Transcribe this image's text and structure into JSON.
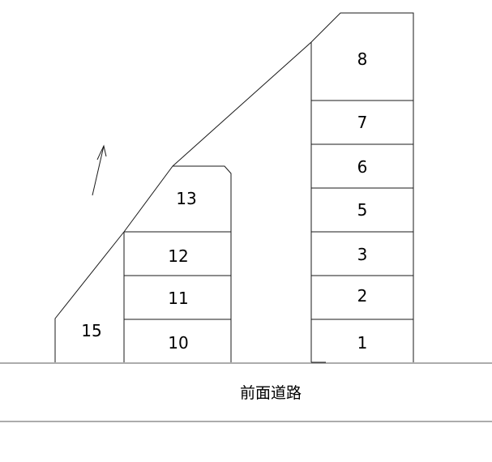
{
  "road": {
    "label": "前面道路"
  },
  "slots": {
    "s1": "1",
    "s2": "2",
    "s3": "3",
    "s5": "5",
    "s6": "6",
    "s7": "7",
    "s8": "8",
    "s10": "10",
    "s11": "11",
    "s12": "12",
    "s13": "13",
    "s15": "15"
  },
  "north_arrow": {
    "icon": "north-arrow-icon"
  }
}
